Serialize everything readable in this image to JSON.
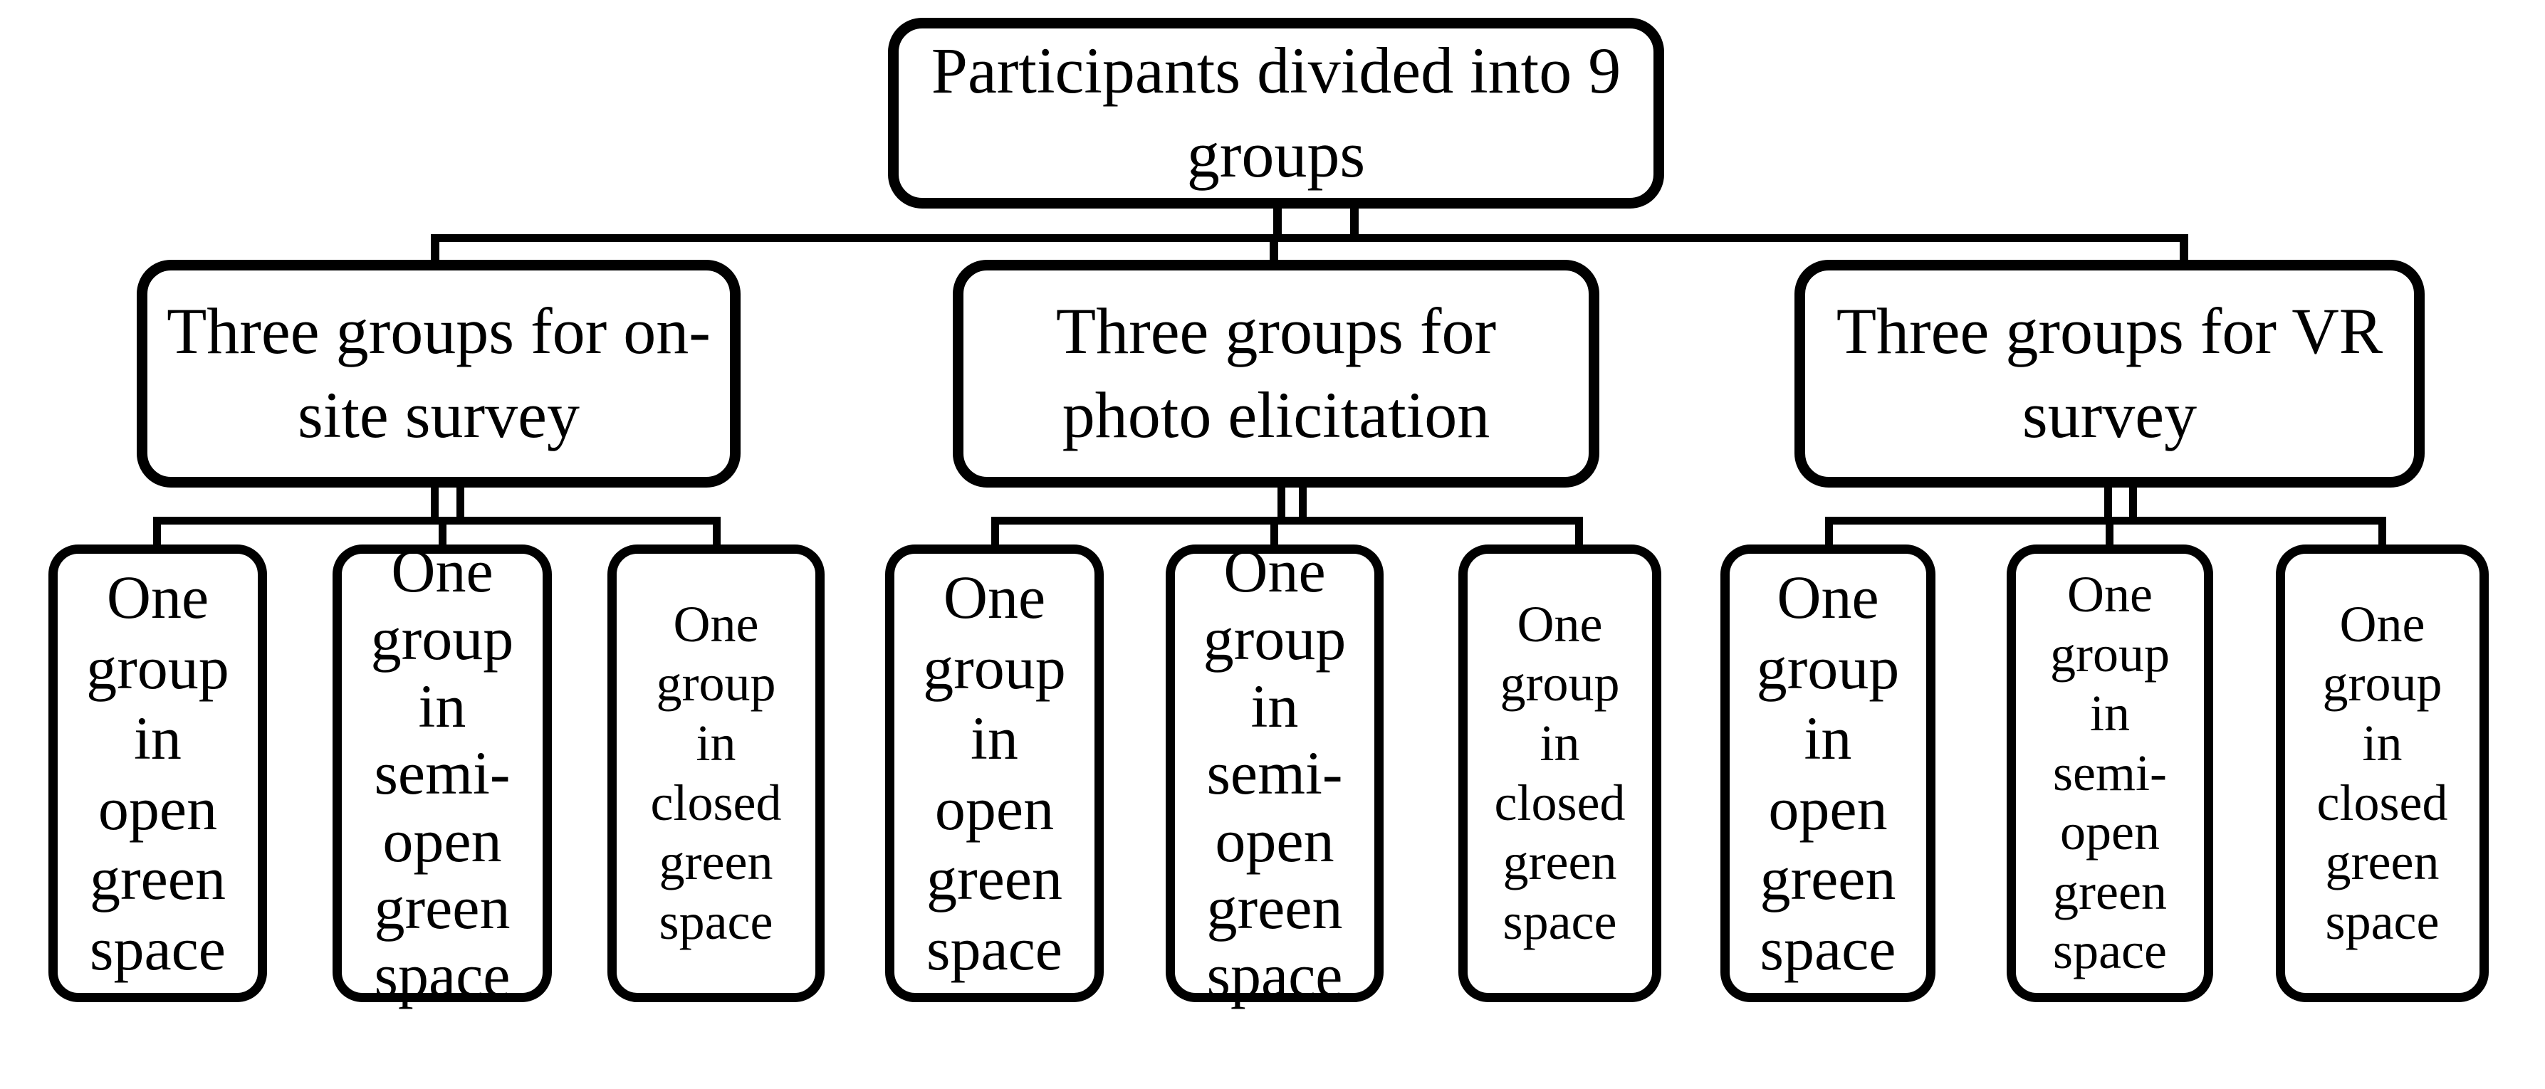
{
  "diagram": {
    "title": "Participant grouping flowchart",
    "colors": {
      "line": "#000000",
      "background": "#ffffff",
      "text": "#000000"
    },
    "root_label": "Participants divided into 9\ngroups",
    "branches": [
      {
        "label": "Three groups for on-\nsite survey",
        "children": [
          "One\ngroup\nin\nopen\ngreen\nspace",
          "One\ngroup\nin\nsemi-\nopen\ngreen\nspace",
          "One\ngroup\nin\nclosed\ngreen\nspace"
        ]
      },
      {
        "label": "Three groups for\nphoto elicitation",
        "children": [
          "One\ngroup\nin\nopen\ngreen\nspace",
          "One\ngroup\nin\nsemi-\nopen\ngreen\nspace",
          "One\ngroup\nin\nclosed\ngreen\nspace"
        ]
      },
      {
        "label": "Three groups for VR\nsurvey",
        "children": [
          "One\ngroup\nin\nopen\ngreen\nspace",
          "One\ngroup\nin\nsemi-\nopen\ngreen\nspace",
          "One\ngroup\nin\nclosed\ngreen\nspace"
        ]
      }
    ]
  }
}
